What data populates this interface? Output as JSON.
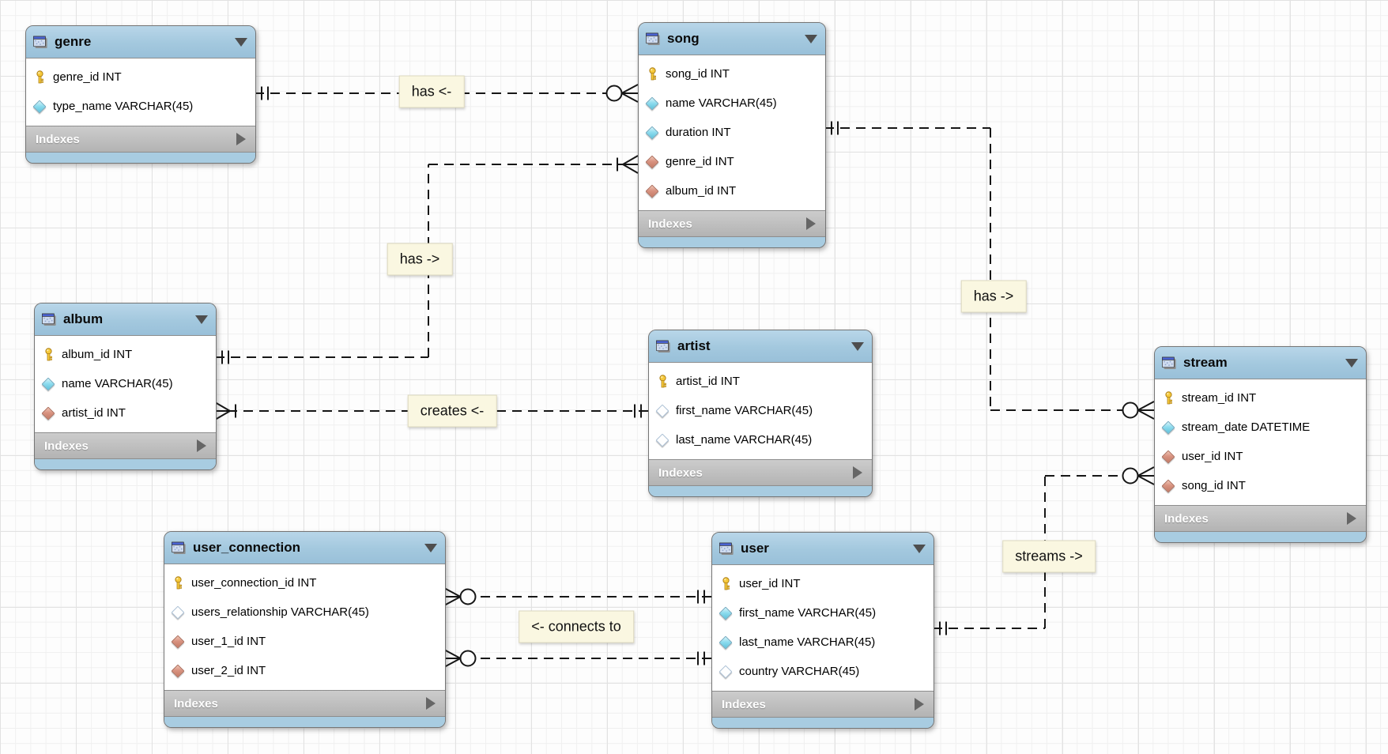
{
  "ui": {
    "indexes_label": "Indexes"
  },
  "diagram": {
    "tables": [
      {
        "id": "genre",
        "title": "genre",
        "columns": [
          {
            "text": "genre_id INT",
            "icon": "primary-key"
          },
          {
            "text": "type_name VARCHAR(45)",
            "icon": "attribute"
          }
        ]
      },
      {
        "id": "song",
        "title": "song",
        "columns": [
          {
            "text": "song_id INT",
            "icon": "primary-key"
          },
          {
            "text": "name VARCHAR(45)",
            "icon": "attribute"
          },
          {
            "text": "duration INT",
            "icon": "attribute"
          },
          {
            "text": "genre_id INT",
            "icon": "foreign-key"
          },
          {
            "text": "album_id INT",
            "icon": "foreign-key"
          }
        ]
      },
      {
        "id": "album",
        "title": "album",
        "columns": [
          {
            "text": "album_id INT",
            "icon": "primary-key"
          },
          {
            "text": "name VARCHAR(45)",
            "icon": "attribute"
          },
          {
            "text": "artist_id INT",
            "icon": "foreign-key"
          }
        ]
      },
      {
        "id": "artist",
        "title": "artist",
        "columns": [
          {
            "text": "artist_id INT",
            "icon": "primary-key"
          },
          {
            "text": "first_name VARCHAR(45)",
            "icon": "attribute-nullable"
          },
          {
            "text": "last_name VARCHAR(45)",
            "icon": "attribute-nullable"
          }
        ]
      },
      {
        "id": "stream",
        "title": "stream",
        "columns": [
          {
            "text": "stream_id INT",
            "icon": "primary-key"
          },
          {
            "text": "stream_date DATETIME",
            "icon": "attribute"
          },
          {
            "text": "user_id INT",
            "icon": "foreign-key"
          },
          {
            "text": "song_id INT",
            "icon": "foreign-key"
          }
        ]
      },
      {
        "id": "user_connection",
        "title": "user_connection",
        "columns": [
          {
            "text": "user_connection_id INT",
            "icon": "primary-key"
          },
          {
            "text": "users_relationship VARCHAR(45)",
            "icon": "attribute-nullable"
          },
          {
            "text": "user_1_id INT",
            "icon": "foreign-key"
          },
          {
            "text": "user_2_id INT",
            "icon": "foreign-key"
          }
        ]
      },
      {
        "id": "user",
        "title": "user",
        "columns": [
          {
            "text": "user_id INT",
            "icon": "primary-key"
          },
          {
            "text": "first_name VARCHAR(45)",
            "icon": "attribute"
          },
          {
            "text": "last_name VARCHAR(45)",
            "icon": "attribute"
          },
          {
            "text": "country VARCHAR(45)",
            "icon": "attribute-nullable"
          }
        ]
      }
    ],
    "relationships": [
      {
        "id": "genre_song",
        "label": "has <-",
        "from": "genre",
        "to": "song",
        "from_cardinality": "one",
        "to_cardinality": "many-optional"
      },
      {
        "id": "album_song",
        "label": "has ->",
        "from": "album",
        "to": "song",
        "from_cardinality": "one",
        "to_cardinality": "many-mandatory"
      },
      {
        "id": "artist_album",
        "label": "creates <-",
        "from": "artist",
        "to": "album",
        "from_cardinality": "one",
        "to_cardinality": "many-mandatory"
      },
      {
        "id": "song_stream",
        "label": "has ->",
        "from": "song",
        "to": "stream",
        "from_cardinality": "one",
        "to_cardinality": "many-optional"
      },
      {
        "id": "uc_user_1",
        "label": "<- connects to",
        "from": "user",
        "to": "user_connection",
        "from_cardinality": "one",
        "to_cardinality": "many-optional"
      },
      {
        "id": "uc_user_2",
        "label": "",
        "from": "user",
        "to": "user_connection",
        "from_cardinality": "one",
        "to_cardinality": "many-optional"
      },
      {
        "id": "user_stream",
        "label": "streams ->",
        "from": "user",
        "to": "stream",
        "from_cardinality": "one",
        "to_cardinality": "many-optional"
      }
    ]
  }
}
